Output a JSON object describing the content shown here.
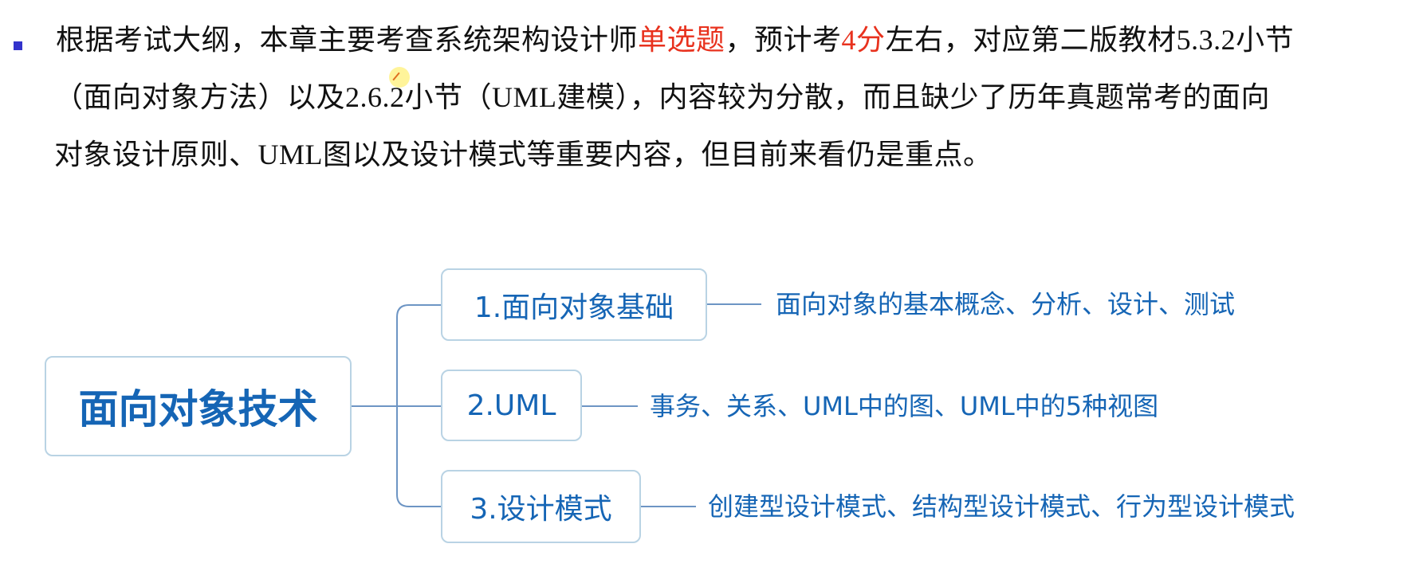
{
  "intro": {
    "bullet_color": "#3333cc",
    "highlight_color": "#e8321e",
    "line1": {
      "p1": "根据考试大纲，本章主要考查系统架构设计师",
      "hl1": "单选题",
      "p2": "，预计考",
      "hl2": "4分",
      "p3": "左右，对应第二版教材5.3.2小节"
    },
    "line2": "（面向对象方法）以及2.6.2小节（UML建模），内容较为分散，而且缺少了历年真题常考的面向",
    "line3": "对象设计原则、UML图以及设计模式等重要内容，但目前来看仍是重点。"
  },
  "mindmap": {
    "root": "面向对象技术",
    "accent_color": "#1565b5",
    "border_color": "#b9d3e4",
    "branches": [
      {
        "label": "1.面向对象基础",
        "detail": "面向对象的基本概念、分析、设计、测试"
      },
      {
        "label": "2.UML",
        "detail": "事务、关系、UML中的图、UML中的5种视图"
      },
      {
        "label": "3.设计模式",
        "detail": "创建型设计模式、结构型设计模式、行为型设计模式"
      }
    ]
  }
}
